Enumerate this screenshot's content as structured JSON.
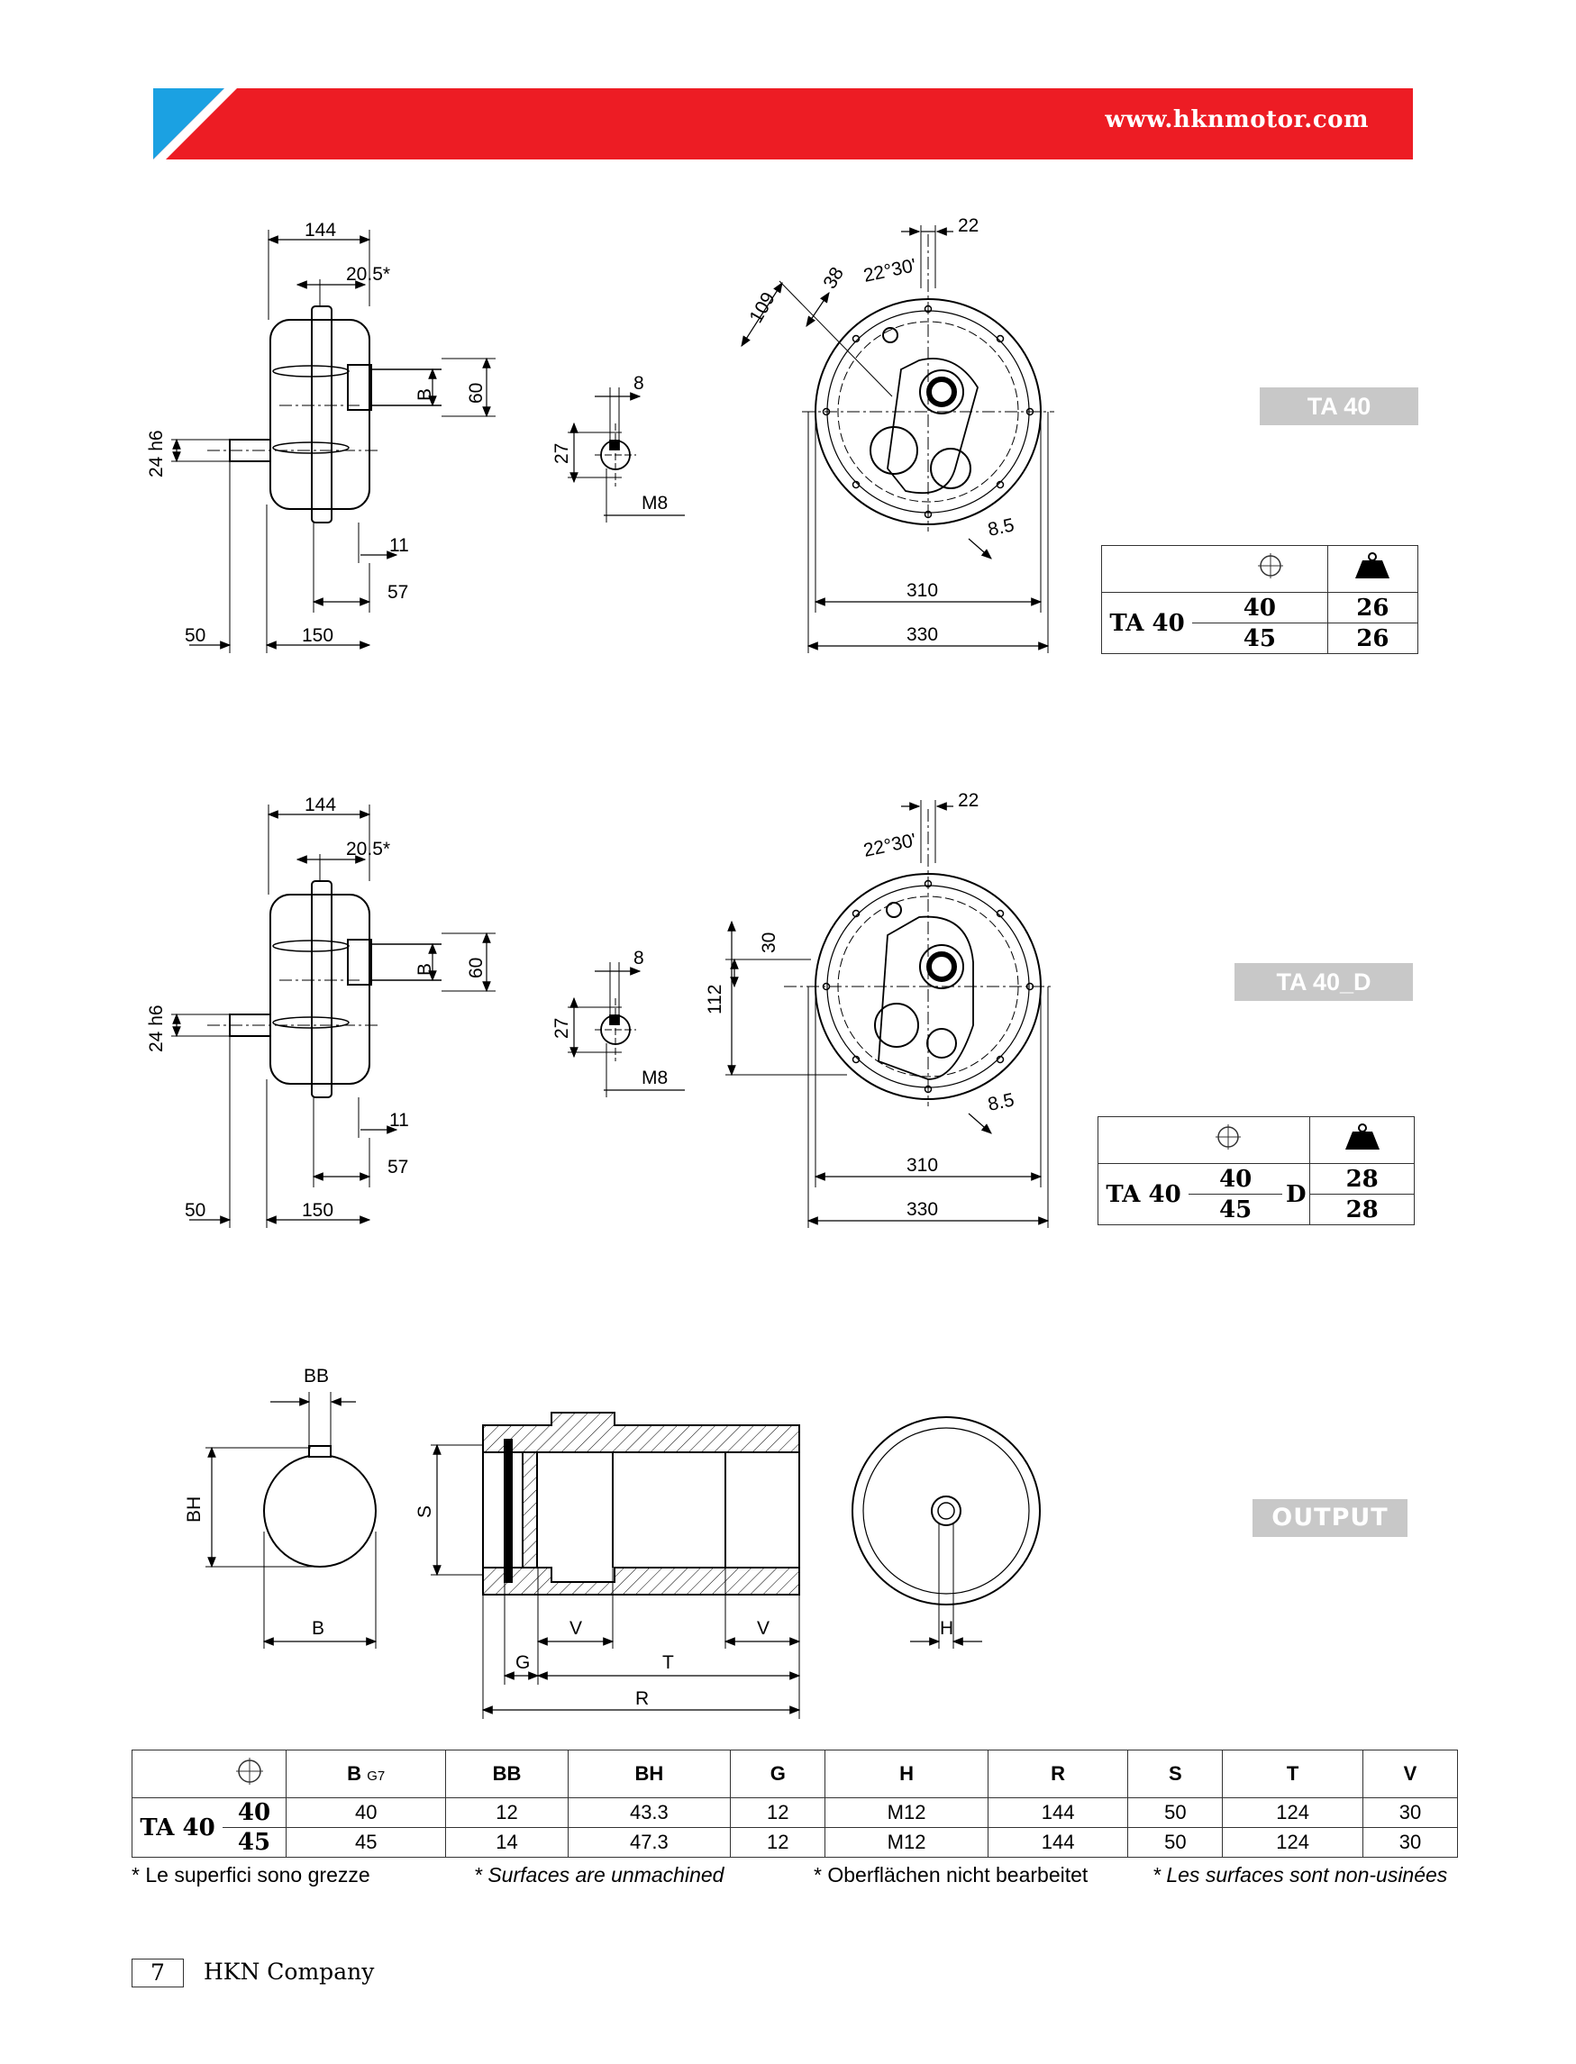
{
  "header": {
    "url": "www.hknmotor.com",
    "bar_color": "#ed1c24",
    "accent_color": "#1ba1e2"
  },
  "section1": {
    "label": "TA 40",
    "dims": {
      "d144": "144",
      "d20_5": "20.5*",
      "dB": "B",
      "d60": "60",
      "d24h6": "24 h6",
      "d11": "11",
      "d57": "57",
      "d50": "50",
      "d150": "150",
      "k8": "8",
      "k27": "27",
      "kM8": "M8",
      "f22": "22",
      "f22_30": "22°30'",
      "f38": "38",
      "f109": "109",
      "f8_5": "8.5",
      "f310": "310",
      "f330": "330"
    },
    "weights": {
      "model": "TA 40",
      "sizes": [
        "40",
        "45"
      ],
      "kg": [
        "26",
        "26"
      ],
      "kg_icon": "Kg"
    }
  },
  "section2": {
    "label": "TA 40_D",
    "dims": {
      "d144": "144",
      "d20_5": "20.5*",
      "dB": "B",
      "d60": "60",
      "d24h6": "24 h6",
      "d11": "11",
      "d57": "57",
      "d50": "50",
      "d150": "150",
      "k8": "8",
      "k27": "27",
      "kM8": "M8",
      "f22": "22",
      "f22_30": "22°30'",
      "f30": "30",
      "f112": "112",
      "f8_5": "8.5",
      "f310": "310",
      "f330": "330"
    },
    "weights": {
      "model": "TA 40",
      "sizes": [
        "40",
        "45"
      ],
      "suffix": "D",
      "kg": [
        "28",
        "28"
      ],
      "kg_icon": "Kg"
    }
  },
  "output": {
    "label": "OUTPUT",
    "dims": {
      "BB": "BB",
      "BH": "BH",
      "B": "B",
      "S": "S",
      "V1": "V",
      "V2": "V",
      "G": "G",
      "T": "T",
      "R": "R",
      "H": "H"
    },
    "table": {
      "model": "TA 40",
      "headers": [
        "B",
        "BB",
        "BH",
        "G",
        "H",
        "R",
        "S",
        "T",
        "V"
      ],
      "b_sub": "G7",
      "rows": [
        {
          "size": "40",
          "values": [
            "40",
            "12",
            "43.3",
            "12",
            "M12",
            "144",
            "50",
            "124",
            "30"
          ]
        },
        {
          "size": "45",
          "values": [
            "45",
            "14",
            "47.3",
            "12",
            "M12",
            "144",
            "50",
            "124",
            "30"
          ]
        }
      ]
    }
  },
  "notes": [
    "* Le superfici sono grezze",
    "* Surfaces are unmachined",
    "* Oberflächen nicht bearbeitet",
    "* Les surfaces sont non-usinées"
  ],
  "footer": {
    "page": "7",
    "company": "HKN Company"
  }
}
